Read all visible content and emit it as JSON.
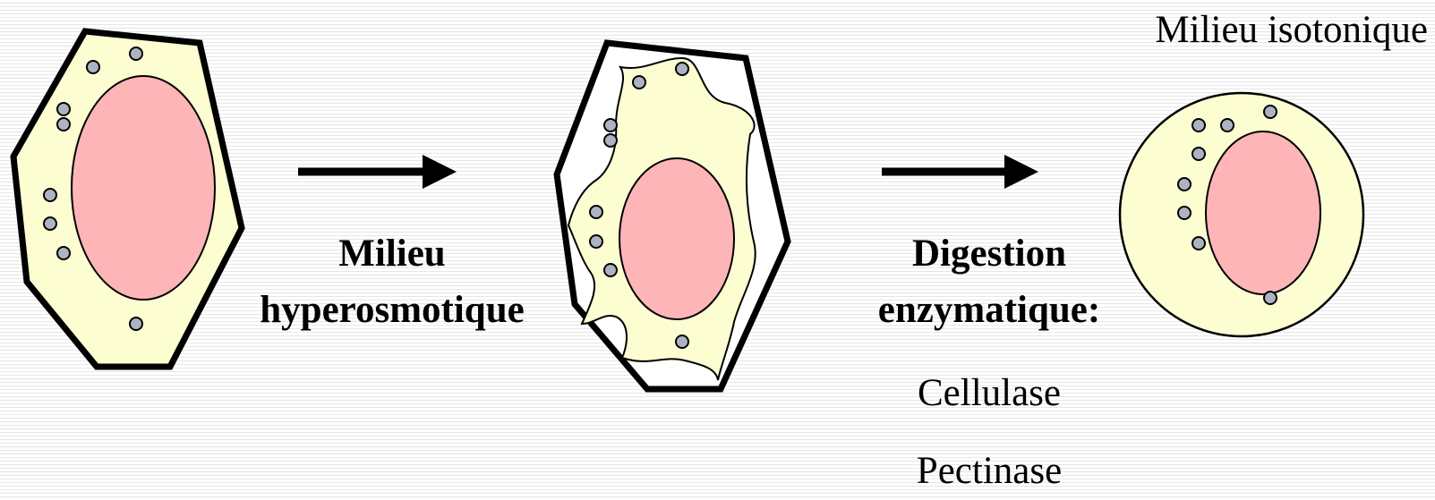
{
  "labels": {
    "hyperosmotic_line1": "Milieu",
    "hyperosmotic_line2": "hyperosmotique",
    "digestion_line1": "Digestion",
    "digestion_line2": "enzymatique:",
    "enzyme_1": "Cellulase",
    "enzyme_2": "Pectinase",
    "isotonic": "Milieu isotonique"
  },
  "colors": {
    "cytoplasm": "#fdfdd2",
    "nucleus": "#fdb5b8",
    "organelle": "#adb3c3",
    "outline": "#000000"
  }
}
